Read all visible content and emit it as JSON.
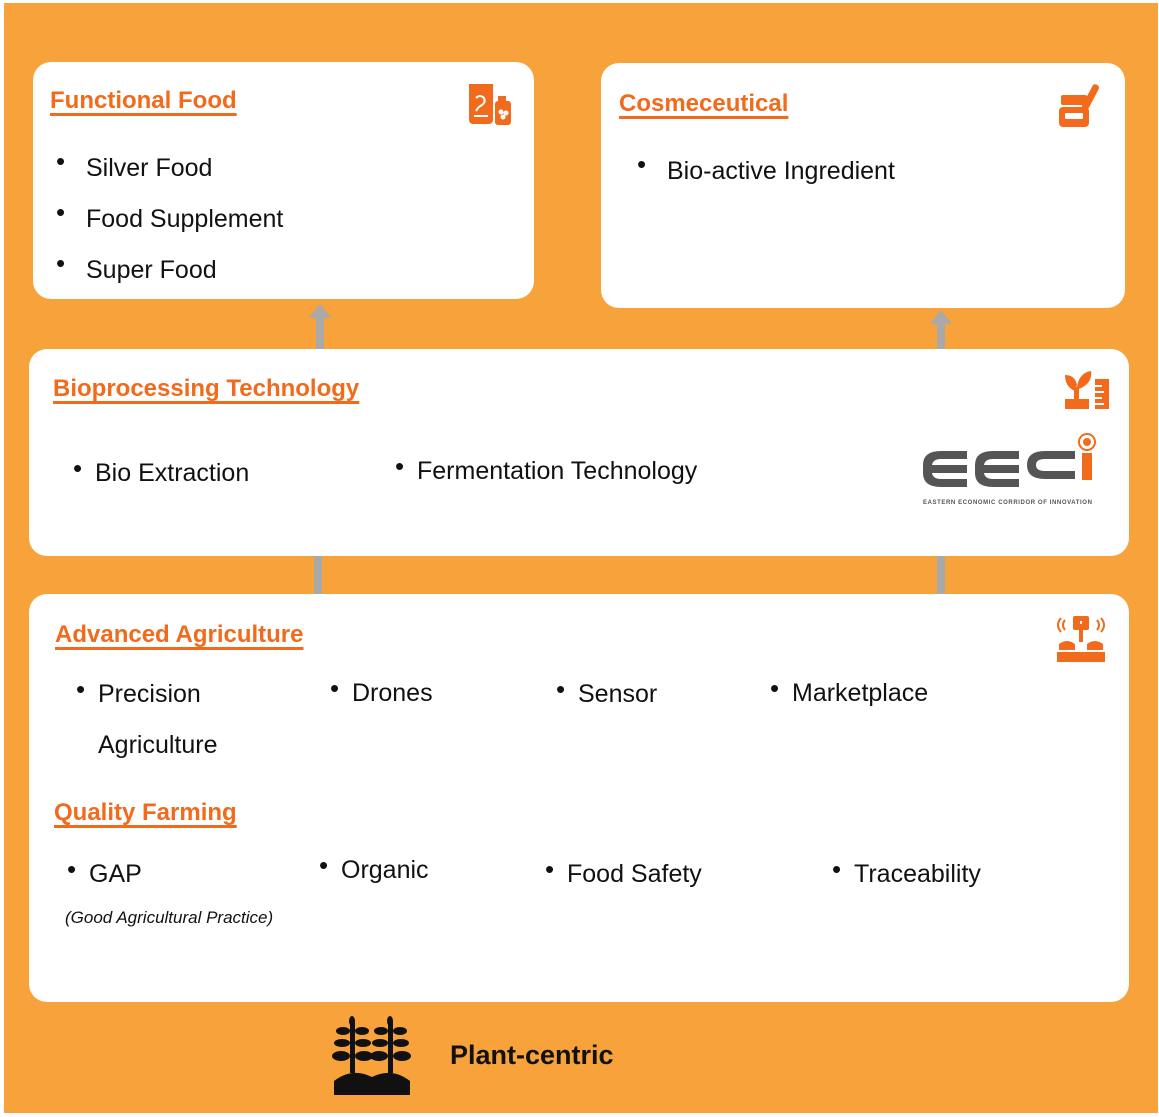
{
  "colors": {
    "background": "#F7A23A",
    "accent": "#F26A1B",
    "card": "#FFFFFF",
    "connector": "#A9A9A9"
  },
  "functional_food": {
    "title": "Functional Food",
    "icon": "food-supplement-icon",
    "items": [
      "Silver Food",
      "Food Supplement",
      "Super Food"
    ]
  },
  "cosmeceutical": {
    "title": "Cosmeceutical",
    "icon": "cosmetic-jar-icon",
    "items": [
      "Bio-active Ingredient"
    ]
  },
  "bioprocessing": {
    "title": "Bioprocessing Technology",
    "icon": "plant-measure-icon",
    "items": [
      "Bio Extraction",
      "Fermentation Technology"
    ],
    "logo": {
      "name": "eeci-logo",
      "text": "EECi",
      "subtitle": "EASTERN ECONOMIC CORRIDOR OF INNOVATION"
    }
  },
  "advanced_agriculture": {
    "title": "Advanced Agriculture",
    "icon": "smart-farm-sensor-icon",
    "items": [
      "Precision",
      "Drones",
      "Sensor",
      "Marketplace"
    ],
    "item_continuation": "Agriculture"
  },
  "quality_farming": {
    "title": "Quality Farming",
    "items": [
      "GAP",
      "Organic",
      "Food Safety",
      "Traceability"
    ],
    "gap_note": "(Good Agricultural Practice)"
  },
  "footer": {
    "label": "Plant-centric",
    "icon": "crops-icon"
  }
}
